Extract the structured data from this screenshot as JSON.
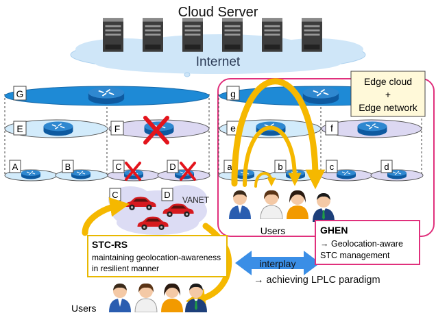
{
  "cloud": {
    "title": "Cloud Server",
    "internet_label": "Internet"
  },
  "left_hierarchy": {
    "top_label": "G",
    "mid_labels": [
      "E",
      "F"
    ],
    "bottom_labels": [
      "A",
      "B",
      "C",
      "D"
    ],
    "failed_nodes": [
      "F",
      "C",
      "D"
    ]
  },
  "right_hierarchy": {
    "top_label": "g",
    "mid_labels": [
      "e",
      "f"
    ],
    "bottom_labels": [
      "a",
      "b",
      "c",
      "d"
    ],
    "edge_box_lines": [
      "Edge cloud",
      "+",
      "Edge network"
    ],
    "users_label": "Users"
  },
  "vanet": {
    "label": "VANET",
    "car_labels": [
      "C",
      "D"
    ]
  },
  "stc_rs": {
    "title": "STC-RS",
    "lines": [
      "maintaining geolocation-awareness",
      "in resilient manner"
    ]
  },
  "ghen": {
    "title": "GHEN",
    "lines": [
      "→ Geolocation-aware",
      "STC management"
    ]
  },
  "interplay_label": "interplay",
  "lplc_text": "→ achieving LPLC paradigm",
  "bottom_users_label": "Users",
  "colors": {
    "cloud_fill": "#cfe6f8",
    "layer_top": "#1e8ad6",
    "layer_mid": "#d2ebfb",
    "layer_mid_alt": "#dcd8f2",
    "arrow_yellow": "#f5b800",
    "arrow_blue": "#3a8ee6",
    "edge_border": "#e0307c",
    "stc_border": "#e8b800",
    "fail_red": "#e3141c",
    "car_red": "#d61a1f"
  }
}
